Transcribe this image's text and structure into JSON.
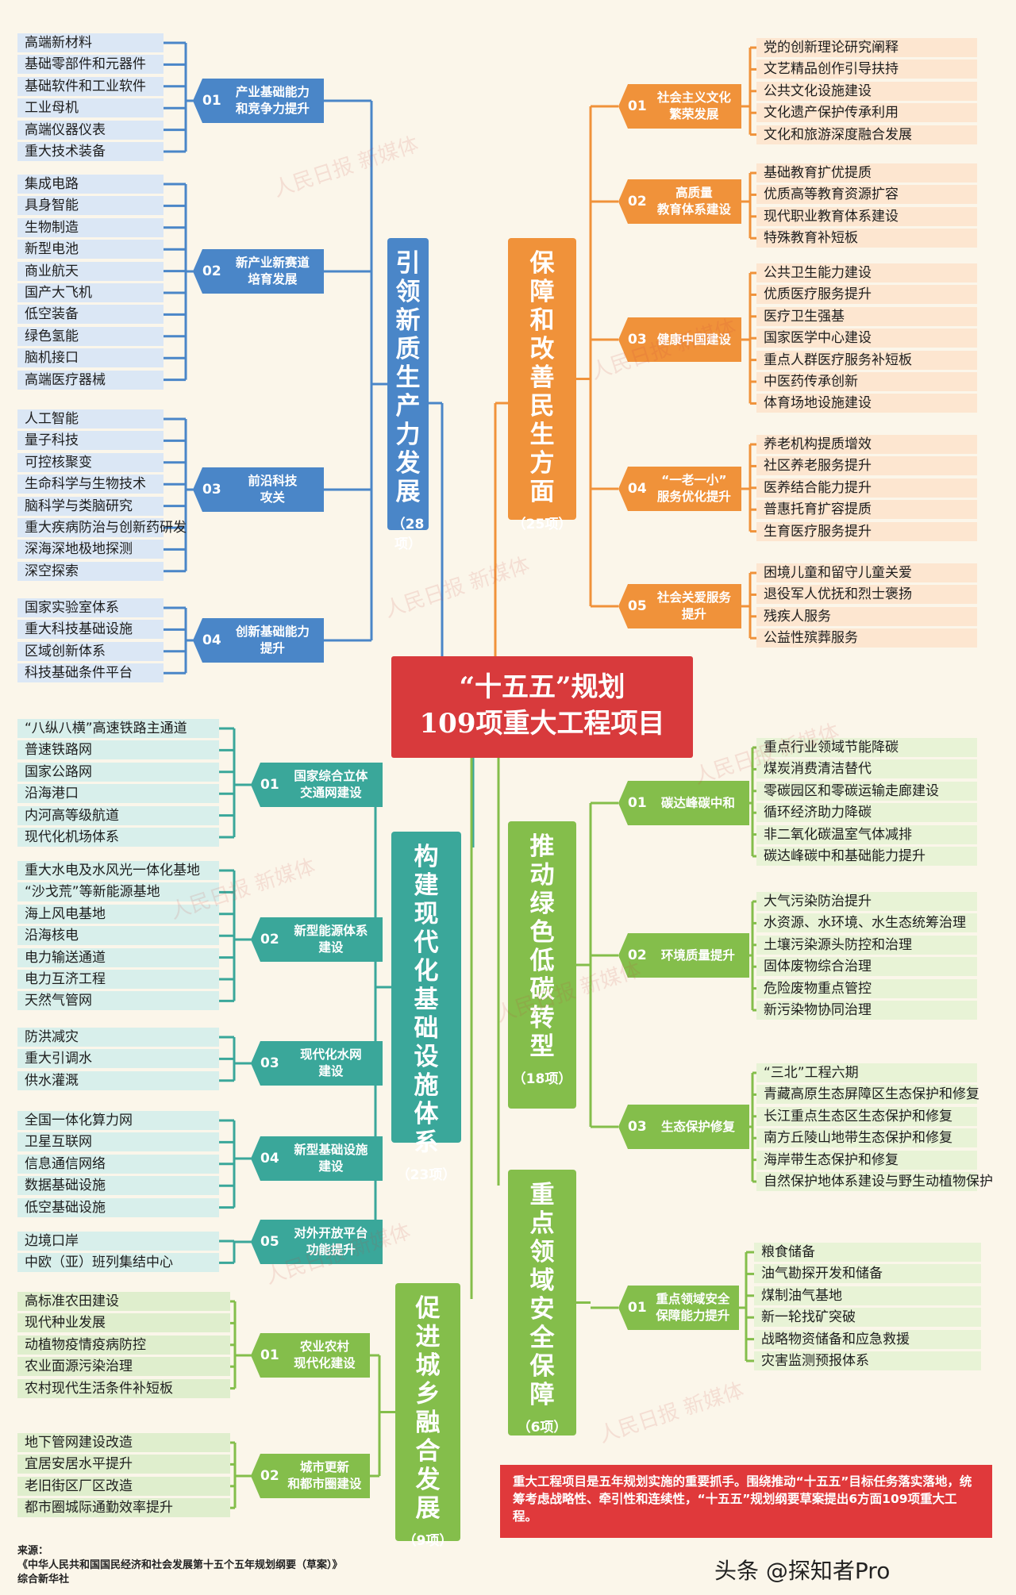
{
  "center": {
    "line1": "“十五五”规划",
    "line2": "109项重大工程项目"
  },
  "note": "重大工程项目是五年规划实施的重要抓手。围绕推动“十五五”目标任务落实落地，统筹考虑战略性、牵引性和连续性，“十五五”规划纲要草案提出6方面109项重大工程。",
  "source": {
    "label": "来源：",
    "line1": "《中华人民共和国国民经济和社会发展第十五个五年规划纲要（草案）》",
    "line2": "综合新华社"
  },
  "watermark": "人民日报 新媒体",
  "footer": "头条 @探知者Pro",
  "colors": {
    "blue": "#4a86c8",
    "orange": "#f0923a",
    "green": "#84be4b",
    "teal": "#3aa79a",
    "center": "#d83a3c"
  },
  "categories": [
    {
      "id": "c1",
      "title": "引领新质生产力发展",
      "count": "（28项）",
      "color": "#4a86c8",
      "leafbg": "#dbe7f5",
      "groups": [
        {
          "num": "01",
          "label": "产业基础能力\n和竞争力提升",
          "items": [
            "高端新材料",
            "基础零部件和元器件",
            "基础软件和工业软件",
            "工业母机",
            "高端仪器仪表",
            "重大技术装备"
          ]
        },
        {
          "num": "02",
          "label": "新产业新赛道\n培育发展",
          "items": [
            "集成电路",
            "具身智能",
            "生物制造",
            "新型电池",
            "商业航天",
            "国产大飞机",
            "低空装备",
            "绿色氢能",
            "脑机接口",
            "高端医疗器械"
          ]
        },
        {
          "num": "03",
          "label": "前沿科技\n攻关",
          "items": [
            "人工智能",
            "量子科技",
            "可控核聚变",
            "生命科学与生物技术",
            "脑科学与类脑研究",
            "重大疾病防治与创新药研发",
            "深海深地极地探测",
            "深空探索"
          ]
        },
        {
          "num": "04",
          "label": "创新基础能力\n提升",
          "items": [
            "国家实验室体系",
            "重大科技基础设施",
            "区域创新体系",
            "科技基础条件平台"
          ]
        }
      ]
    },
    {
      "id": "c2",
      "title": "保障和改善民生方面",
      "count": "（25项）",
      "color": "#f0923a",
      "leafbg": "#fde6d0",
      "groups": [
        {
          "num": "01",
          "label": "社会主义文化\n繁荣发展",
          "items": [
            "党的创新理论研究阐释",
            "文艺精品创作引导扶持",
            "公共文化设施建设",
            "文化遗产保护传承利用",
            "文化和旅游深度融合发展"
          ]
        },
        {
          "num": "02",
          "label": "高质量\n教育体系建设",
          "items": [
            "基础教育扩优提质",
            "优质高等教育资源扩容",
            "现代职业教育体系建设",
            "特殊教育补短板"
          ]
        },
        {
          "num": "03",
          "label": "健康中国建设",
          "items": [
            "公共卫生能力建设",
            "优质医疗服务提升",
            "医疗卫生强基",
            "国家医学中心建设",
            "重点人群医疗服务补短板",
            "中医药传承创新",
            "体育场地设施建设"
          ]
        },
        {
          "num": "04",
          "label": "“一老一小”\n服务优化提升",
          "items": [
            "养老机构提质增效",
            "社区养老服务提升",
            "医养结合能力提升",
            "普惠托育扩容提质",
            "生育医疗服务提升"
          ]
        },
        {
          "num": "05",
          "label": "社会关爱服务\n提升",
          "items": [
            "困境儿童和留守儿童关爱",
            "退役军人优抚和烈士褒扬",
            "残疾人服务",
            "公益性殡葬服务"
          ]
        }
      ]
    },
    {
      "id": "c3",
      "title": "构建现代化基础设施体系",
      "count": "（23项）",
      "color": "#3aa79a",
      "leafbg": "#d8efeb",
      "groups": [
        {
          "num": "01",
          "label": "国家综合立体\n交通网建设",
          "items": [
            "“八纵八横”高速铁路主通道",
            "普速铁路网",
            "国家公路网",
            "沿海港口",
            "内河高等级航道",
            "现代化机场体系"
          ]
        },
        {
          "num": "02",
          "label": "新型能源体系\n建设",
          "items": [
            "重大水电及水风光一体化基地",
            "“沙戈荒”等新能源基地",
            "海上风电基地",
            "沿海核电",
            "电力输送通道",
            "电力互济工程",
            "天然气管网"
          ]
        },
        {
          "num": "03",
          "label": "现代化水网\n建设",
          "items": [
            "防洪减灾",
            "重大引调水",
            "供水灌溉"
          ]
        },
        {
          "num": "04",
          "label": "新型基础设施\n建设",
          "items": [
            "全国一体化算力网",
            "卫星互联网",
            "信息通信网络",
            "数据基础设施",
            "低空基础设施"
          ]
        },
        {
          "num": "05",
          "label": "对外开放平台\n功能提升",
          "items": [
            "边境口岸",
            "中欧（亚）班列集结中心"
          ]
        }
      ]
    },
    {
      "id": "c4",
      "title": "推动绿色低碳转型",
      "count": "（18项）",
      "color": "#84be4b",
      "leafbg": "#e8f3d6",
      "groups": [
        {
          "num": "01",
          "label": "碳达峰碳中和",
          "items": [
            "重点行业领域节能降碳",
            "煤炭消费清洁替代",
            "零碳园区和零碳运输走廊建设",
            "循环经济助力降碳",
            "非二氧化碳温室气体减排",
            "碳达峰碳中和基础能力提升"
          ]
        },
        {
          "num": "02",
          "label": "环境质量提升",
          "items": [
            "大气污染防治提升",
            "水资源、水环境、水生态统筹治理",
            "土壤污染源头防控和治理",
            "固体废物综合治理",
            "危险废物重点管控",
            "新污染物协同治理"
          ]
        },
        {
          "num": "03",
          "label": "生态保护修复",
          "items": [
            "“三北”工程六期",
            "青藏高原生态屏障区生态保护和修复",
            "长江重点生态区生态保护和修复",
            "南方丘陵山地带生态保护和修复",
            "海岸带生态保护和修复",
            "自然保护地体系建设与野生动植物保护"
          ]
        }
      ]
    },
    {
      "id": "c5",
      "title": "促进城乡融合发展",
      "count": "（9项）",
      "color": "#84be4b",
      "leafbg": "#dfeecd",
      "groups": [
        {
          "num": "01",
          "label": "农业农村\n现代化建设",
          "items": [
            "高标准农田建设",
            "现代种业发展",
            "动植物疫情疫病防控",
            "农业面源污染治理",
            "农村现代生活条件补短板"
          ]
        },
        {
          "num": "02",
          "label": "城市更新\n和都市圈建设",
          "items": [
            "地下管网建设改造",
            "宜居安居水平提升",
            "老旧街区厂区改造",
            "都市圈城际通勤效率提升"
          ]
        }
      ]
    },
    {
      "id": "c6",
      "title": "重点领域安全保障",
      "count": "（6项）",
      "color": "#84be4b",
      "leafbg": "#e8f3d6",
      "groups": [
        {
          "num": "01",
          "label": "重点领域安全\n保障能力提升",
          "items": [
            "粮食储备",
            "油气勘探开发和储备",
            "煤制油气基地",
            "新一轮找矿突破",
            "战略物资储备和应急救援",
            "灾害监测预报体系"
          ]
        }
      ]
    }
  ]
}
